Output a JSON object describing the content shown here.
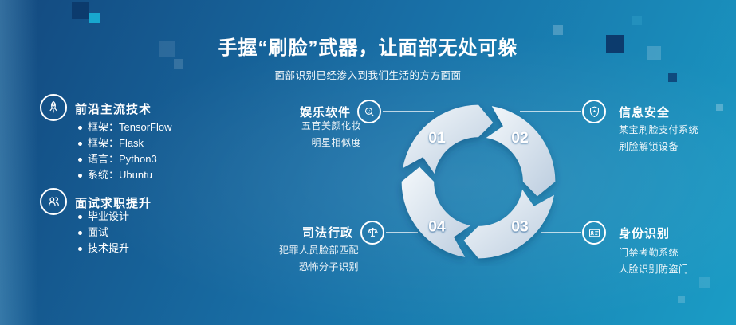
{
  "slide": {
    "title": "手握“刷脸”武器，让面部无处可躲",
    "subtitle": "面部识别已经渗入到我们生活的方方面面"
  },
  "left_sections": [
    {
      "icon": "rocket-icon",
      "title": "前沿主流技术",
      "items": [
        "框架：TensorFlow",
        "框架：Flask",
        "语言：Python3",
        "系统：Ubuntu"
      ]
    },
    {
      "icon": "team-icon",
      "title": "面试求职提升",
      "items": [
        "毕业设计",
        "面试",
        "技术提升"
      ]
    }
  ],
  "cycle": {
    "numbers": [
      "01",
      "02",
      "03",
      "04"
    ]
  },
  "nodes": [
    {
      "icon": "face-search-icon",
      "title": "娱乐软件",
      "lines": [
        "五官美颜化妆",
        "明星相似度"
      ]
    },
    {
      "icon": "shield-star-icon",
      "title": "信息安全",
      "lines": [
        "某宝刷脸支付系统",
        "刷脸解锁设备"
      ]
    },
    {
      "icon": "scales-icon",
      "title": "司法行政",
      "lines": [
        "犯罪人员脸部匹配",
        "恐怖分子识别"
      ]
    },
    {
      "icon": "id-card-icon",
      "title": "身份识别",
      "lines": [
        "门禁考勤系统",
        "人脸识别防盗门"
      ]
    }
  ],
  "colors": {
    "background_start": "#13497f",
    "background_end": "#1a9dc6",
    "accent_dark_square": "#0c3b6d",
    "accent_teal_square": "#18a7cf",
    "ring_light": "#f2f6fa",
    "ring_shade": "#bccddf",
    "text": "#ffffff"
  }
}
